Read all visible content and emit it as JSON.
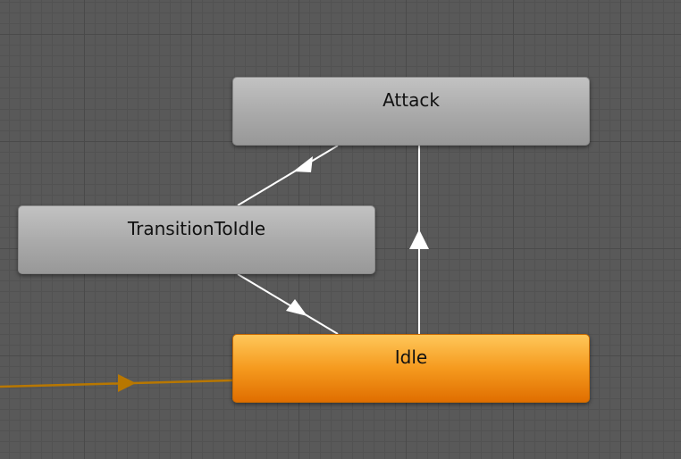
{
  "states": {
    "attack": {
      "label": "Attack"
    },
    "transition_to_idle": {
      "label": "TransitionToIdle"
    },
    "idle": {
      "label": "Idle"
    }
  },
  "colors": {
    "canvas_background": "#595959",
    "node_gray": "#a9a9a9",
    "node_default_orange": "#f59a1e",
    "transition_arrow": "#ffffff",
    "entry_arrow": "#b87700"
  }
}
